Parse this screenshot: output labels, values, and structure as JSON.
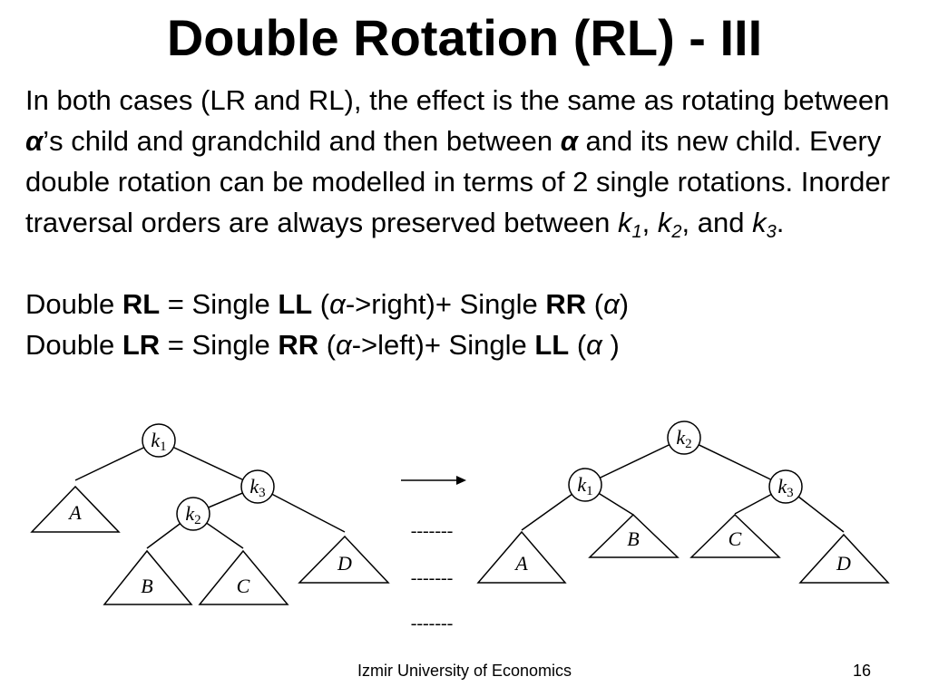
{
  "title": "Double Rotation (RL) - III",
  "paragraph": {
    "s1": "In both cases (LR and RL), the effect is the same as rotating between ",
    "alpha": "α",
    "s2": "’s child and grandchild and then between ",
    "s3": " and its new child. Every double rotation can be modelled in terms of 2 single rotations. Inorder traversal orders are always preserved between ",
    "k": "k",
    "i1": "1",
    "i2": "2",
    "i3": "3",
    "comma": ", ",
    "and": ", and ",
    "end": "."
  },
  "rules": {
    "rl": {
      "a": "Double ",
      "b": "RL",
      "c": " = Single ",
      "d": "LL",
      "e": " (",
      "alpha1": "α",
      "f": "->right)+ Single ",
      "g": "RR",
      "h": " (",
      "alpha2": "α",
      "i": ")"
    },
    "lr": {
      "a": "Double ",
      "b": "LR",
      "c": " = Single ",
      "d": "RR",
      "e": " (",
      "alpha1": "α",
      "f": "->left)+ Single ",
      "g": "LL",
      "h": " (",
      "alpha2": "α",
      "i": " )"
    }
  },
  "diagram": {
    "before": {
      "nodes": [
        {
          "letter": "k",
          "index": "1"
        },
        {
          "letter": "k",
          "index": "3"
        },
        {
          "letter": "k",
          "index": "2"
        }
      ],
      "subtrees": [
        "A",
        "B",
        "C",
        "D"
      ]
    },
    "after": {
      "nodes": [
        {
          "letter": "k",
          "index": "2"
        },
        {
          "letter": "k",
          "index": "1"
        },
        {
          "letter": "k",
          "index": "3"
        }
      ],
      "subtrees": [
        "A",
        "B",
        "C",
        "D"
      ]
    },
    "dashes": [
      "-------",
      "-------",
      "-------"
    ]
  },
  "footer": {
    "institution": "Izmir University of Economics",
    "page": "16"
  }
}
